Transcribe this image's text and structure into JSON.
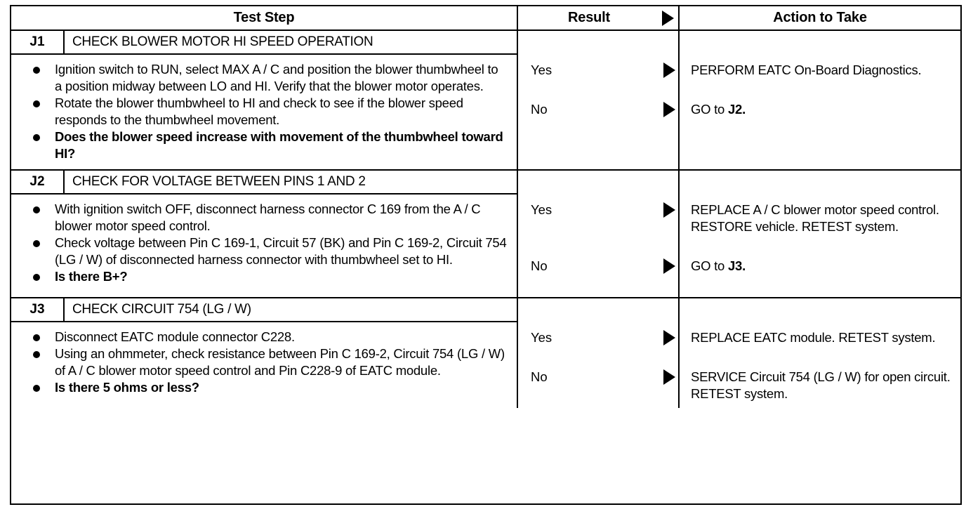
{
  "table": {
    "headers": {
      "step": "Test Step",
      "result": "Result",
      "action": "Action to Take",
      "result_arrow_icon": "right-triangle-icon"
    },
    "sections": [
      {
        "id": "J1",
        "title": "CHECK BLOWER MOTOR HI SPEED OPERATION",
        "bullets": [
          "Ignition switch to RUN, select MAX A / C and position the blower thumbwheel to a position midway between LO and HI. Verify that the blower motor operates.",
          "Rotate the blower thumbwheel to HI and check to see if the blower speed responds to the thumbwheel movement.",
          "Does the blower speed increase with movement of the thumbwheel toward HI?"
        ],
        "results": [
          {
            "label": "Yes",
            "action_plain": "PERFORM EATC On-Board Diagnostics.",
            "action_bold": ""
          },
          {
            "label": "No",
            "action_plain": "GO to ",
            "action_bold": "J2."
          }
        ]
      },
      {
        "id": "J2",
        "title": "CHECK FOR VOLTAGE BETWEEN PINS 1 AND 2",
        "bullets": [
          "With ignition switch OFF, disconnect harness connector C 169 from the A / C blower motor speed control.",
          "Check voltage between Pin C 169-1, Circuit 57 (BK) and Pin C 169-2, Circuit 754 (LG / W) of disconnected harness connector with thumbwheel set to HI.",
          "Is there B+?"
        ],
        "results": [
          {
            "label": "Yes",
            "action_plain": "REPLACE A / C blower motor speed control. RESTORE vehicle. RETEST system.",
            "action_bold": ""
          },
          {
            "label": "No",
            "action_plain": "GO to ",
            "action_bold": "J3."
          }
        ]
      },
      {
        "id": "J3",
        "title": "CHECK CIRCUIT 754 (LG / W)",
        "bullets": [
          "Disconnect EATC module connector C228.",
          "Using an ohmmeter, check resistance between Pin C 169-2, Circuit 754 (LG / W) of A / C blower motor speed control and Pin C228-9 of EATC module.",
          "Is there 5 ohms or less?"
        ],
        "results": [
          {
            "label": "Yes",
            "action_plain": "REPLACE EATC module. RETEST system.",
            "action_bold": ""
          },
          {
            "label": "No",
            "action_plain": "SERVICE Circuit 754 (LG / W) for open circuit. RETEST system.",
            "action_bold": ""
          }
        ]
      }
    ]
  }
}
